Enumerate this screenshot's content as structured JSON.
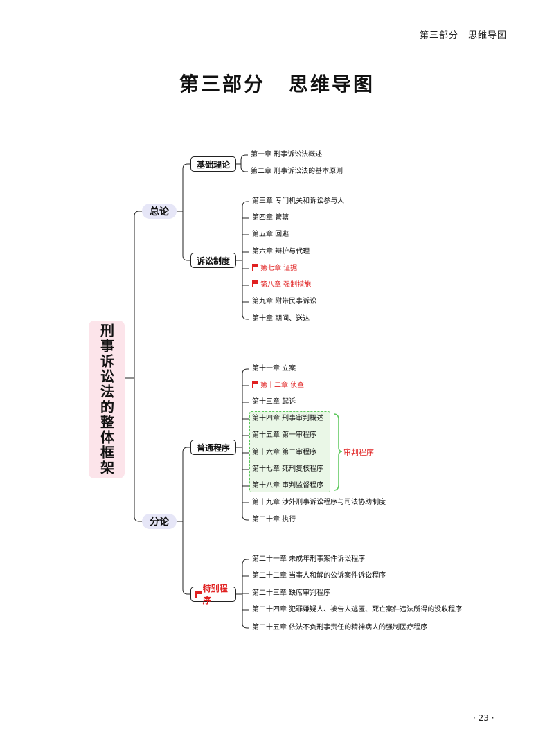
{
  "header": {
    "running": "第三部分　思维导图"
  },
  "title": {
    "part": "第三部分",
    "name": "思维导图"
  },
  "root": {
    "label": "刑事诉讼法的整体框架"
  },
  "level1": [
    {
      "id": "zonglun",
      "label": "总论"
    },
    {
      "id": "fenlun",
      "label": "分论"
    }
  ],
  "level2": [
    {
      "id": "jichu",
      "label": "基础理论",
      "flag": false
    },
    {
      "id": "susong",
      "label": "诉讼制度",
      "flag": false
    },
    {
      "id": "putong",
      "label": "普通程序",
      "flag": false
    },
    {
      "id": "tebie",
      "label": "特别程序",
      "flag": true
    }
  ],
  "leaves": [
    {
      "text": "第一章 刑事诉讼法概述",
      "flag": false
    },
    {
      "text": "第二章 刑事诉讼法的基本原则",
      "flag": false
    },
    {
      "text": "第三章 专门机关和诉讼参与人",
      "flag": false
    },
    {
      "text": "第四章 管辖",
      "flag": false
    },
    {
      "text": "第五章 回避",
      "flag": false
    },
    {
      "text": "第六章 辩护与代理",
      "flag": false
    },
    {
      "text": "第七章 证据",
      "flag": true
    },
    {
      "text": "第八章 强制措施",
      "flag": true
    },
    {
      "text": "第九章 附带民事诉讼",
      "flag": false
    },
    {
      "text": "第十章 期间、送达",
      "flag": false
    },
    {
      "text": "第十一章 立案",
      "flag": false
    },
    {
      "text": "第十二章 侦查",
      "flag": true
    },
    {
      "text": "第十三章 起诉",
      "flag": false
    },
    {
      "text": "第十四章 刑事审判概述",
      "flag": false
    },
    {
      "text": "第十五章 第一审程序",
      "flag": false
    },
    {
      "text": "第十六章 第二审程序",
      "flag": false
    },
    {
      "text": "第十七章 死刑复核程序",
      "flag": false
    },
    {
      "text": "第十八章 审判监督程序",
      "flag": false
    },
    {
      "text": "第十九章 涉外刑事诉讼程序与司法协助制度",
      "flag": false
    },
    {
      "text": "第二十章 执行",
      "flag": false
    },
    {
      "text": "第二十一章 未成年刑事案件诉讼程序",
      "flag": false
    },
    {
      "text": "第二十二章 当事人和解的公诉案件诉讼程序",
      "flag": false
    },
    {
      "text": "第二十三章 缺席审判程序",
      "flag": false
    },
    {
      "text": "第二十四章 犯罪嫌疑人、被告人逃匿、死亡案件违法所得的没收程序",
      "flag": false
    },
    {
      "text": "第二十五章 依法不负刑事责任的精神病人的强制医疗程序",
      "flag": false
    }
  ],
  "bracket": {
    "label": "审判程序"
  },
  "footer": {
    "page": "· 23 ·"
  },
  "colors": {
    "flag_red": "#e02020",
    "root_bg": "#fce4ea",
    "level1_bg": "#e6e6f7",
    "group_green": "#5cc75c"
  }
}
